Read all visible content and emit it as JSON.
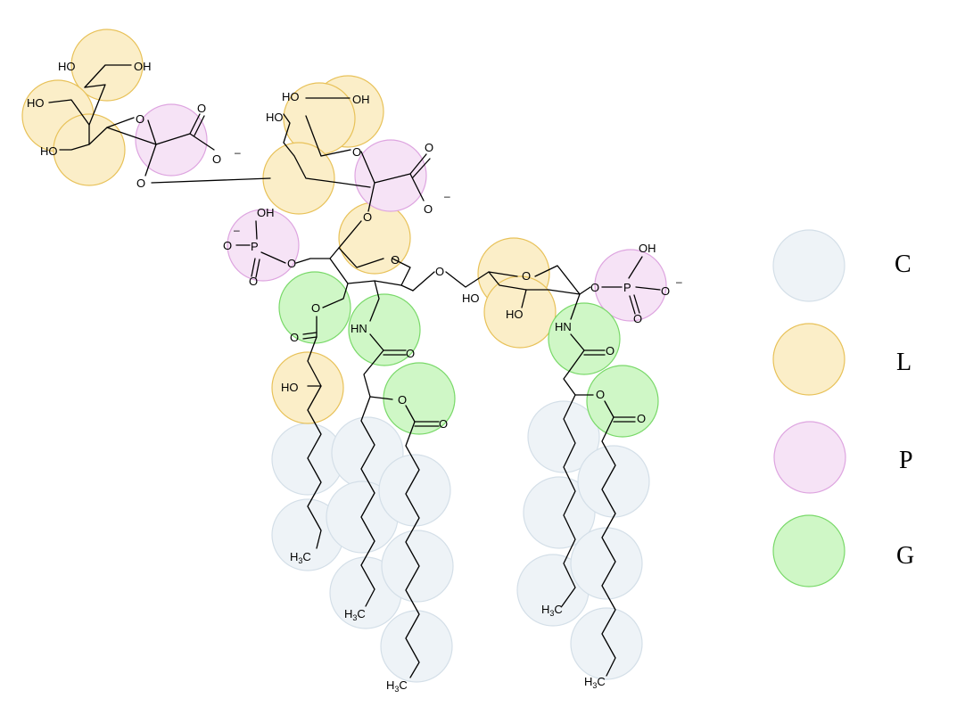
{
  "colors": {
    "C": {
      "fill": "#eef3f7",
      "stroke": "#d4dfe8"
    },
    "L": {
      "fill": "#fbeec8",
      "stroke": "#e8c25a"
    },
    "P": {
      "fill": "#f6e3f6",
      "stroke": "#dea5e0"
    },
    "G": {
      "fill": "#cff7c6",
      "stroke": "#7ad96a"
    }
  },
  "legend": [
    {
      "key": "C",
      "label": "C"
    },
    {
      "key": "L",
      "label": "L"
    },
    {
      "key": "P",
      "label": "P"
    },
    {
      "key": "G",
      "label": "G"
    }
  ],
  "atom_labels": {
    "ho": "HO",
    "oh": "OH",
    "o": "O",
    "p": "P",
    "hn": "HN",
    "minus": "–",
    "h3c": "H3C"
  }
}
